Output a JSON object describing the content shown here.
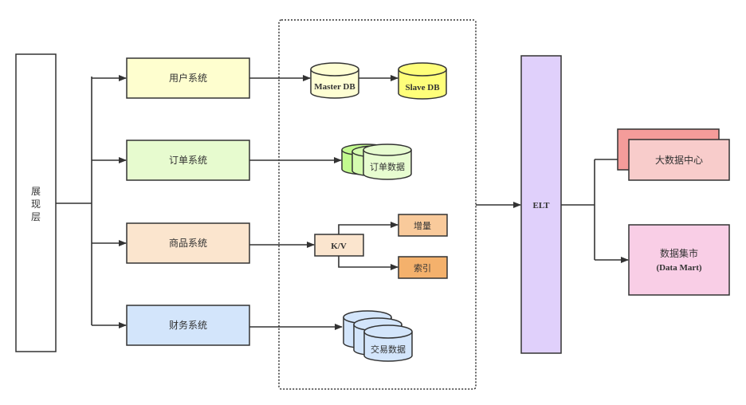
{
  "presentation_layer": {
    "label_chars": [
      "展",
      "现",
      "层"
    ]
  },
  "systems": [
    {
      "id": "user",
      "label": "用户系统",
      "color": "#fefecf"
    },
    {
      "id": "order",
      "label": "订单系统",
      "color": "#e7fbcf"
    },
    {
      "id": "product",
      "label": "商品系统",
      "color": "#fbe5ce"
    },
    {
      "id": "finance",
      "label": "财务系统",
      "color": "#d3e5fb"
    }
  ],
  "storage": {
    "master_db": {
      "label": "Master DB",
      "color": "#fefed3"
    },
    "slave_db": {
      "label": "Slave DB",
      "color": "#fefe7a"
    },
    "order_data": {
      "label": "订单数据",
      "colors": [
        "#c2fa8f",
        "#d5fbb0",
        "#e7fcd0"
      ]
    },
    "kv": {
      "label": "K/V",
      "color": "#fbe5ce"
    },
    "incremental": {
      "label": "增量",
      "color": "#f9ca9b"
    },
    "index": {
      "label": "索引",
      "color": "#f4b16c"
    },
    "trade_data": {
      "label": "交易数据",
      "color": "#d3e5fb"
    }
  },
  "elt": {
    "label": "ELT",
    "color": "#e0d0fb"
  },
  "targets": {
    "big_data_center": {
      "label": "大数据中心",
      "back_color": "#f49c9a",
      "front_color": "#f8cccb"
    },
    "data_mart": {
      "label_line1": "数据集市",
      "label_line2": "(Data Mart)",
      "color": "#f9cee6"
    }
  }
}
